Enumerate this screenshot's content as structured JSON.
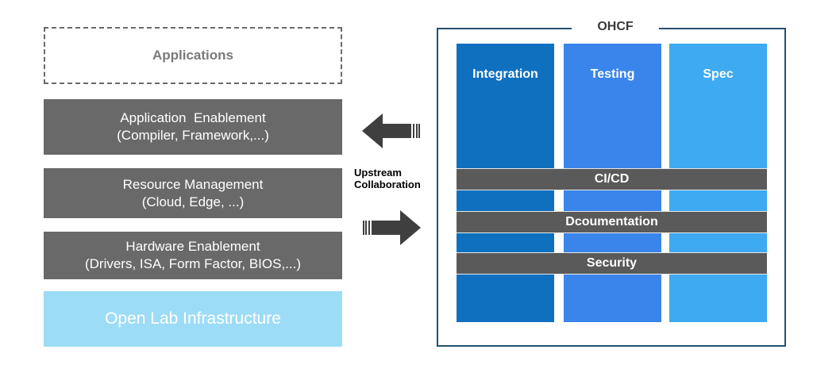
{
  "left_stack": {
    "applications": "Applications",
    "app_enablement": {
      "line1": "Application  Enablement",
      "line2": "(Compiler, Framework,...)"
    },
    "resource_mgmt": {
      "line1": "Resource Management",
      "line2": "(Cloud, Edge, ...)"
    },
    "hardware": {
      "line1": "Hardware Enablement",
      "line2": "(Drivers, ISA, Form Factor, BIOS,...)"
    },
    "open_lab": "Open Lab Infrastructure"
  },
  "middle": {
    "line1": "Upstream",
    "line2": "Collaboration"
  },
  "ohcf": {
    "title": "OHCF",
    "columns": [
      "Integration",
      "Testing",
      "Spec"
    ],
    "bands": [
      "CI/CD",
      "Dcoumentation",
      "Security"
    ]
  },
  "colors": {
    "layer_gray": "#696969",
    "open_lab": "#9ddcf6",
    "integration": "#0f70c0",
    "testing": "#3a85eb",
    "spec": "#3eaaf1",
    "band_gray": "#5a5a5a",
    "frame": "#24506e"
  }
}
